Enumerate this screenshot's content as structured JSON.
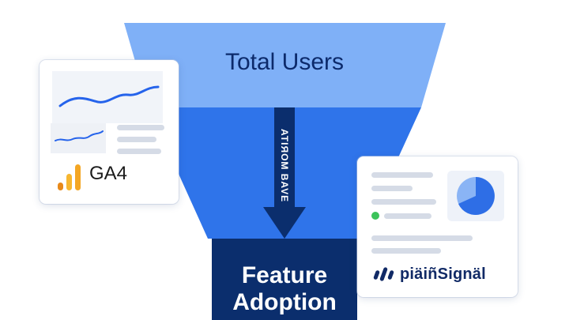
{
  "funnel": {
    "top_stage_label": "Total Users",
    "bottom_stage_label": "Feature Adoption",
    "arrow_text": "ATIЯOM BAVE",
    "colors": {
      "top": "#7fb0f7",
      "middle": "#2f74ea",
      "bottom": "#0b2e6d",
      "arrow": "#0b2e6d"
    }
  },
  "ga4_card": {
    "brand_name": "GA4",
    "logo_icon": "ga4-bars-icon",
    "chart_color": "#2563eb",
    "logo_colors": [
      "#f4a623",
      "#f7b731",
      "#e8891a"
    ]
  },
  "signal_card": {
    "brand_name": "piäiñSignäl",
    "logo_icon": "plainsignal-logo-icon",
    "status_color": "#3cc35a",
    "pie_colors": [
      "#2e6ee6",
      "#8ab4f5"
    ]
  }
}
